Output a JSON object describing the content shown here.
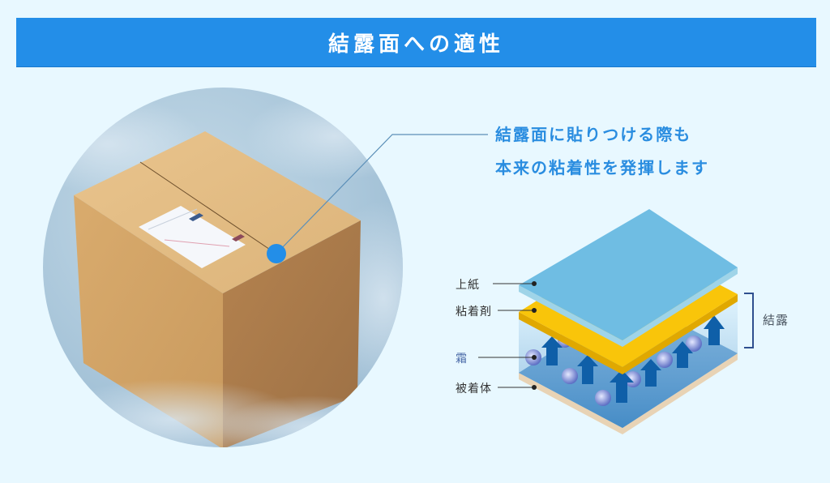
{
  "header": {
    "title": "結露面への適性"
  },
  "callout": {
    "line1": "結露面に貼りつける際も",
    "line2": "本来の粘着性を発揮します"
  },
  "photo": {
    "subject": "cardboard box with shipping label in frost/mist"
  },
  "diagram": {
    "layers": [
      {
        "label": "上紙",
        "color": "#6fbde3"
      },
      {
        "label": "粘着剤",
        "color": "#f9c50a"
      },
      {
        "label": "霜",
        "color": "#7f8fd6"
      },
      {
        "label": "被着体",
        "color": "#e8d3b5"
      }
    ],
    "bracket_label": "結露",
    "arrow_color": "#0f5fa8"
  },
  "colors": {
    "accent": "#238ee8",
    "background": "#e8f8ff",
    "callout_text": "#2a8de0"
  }
}
